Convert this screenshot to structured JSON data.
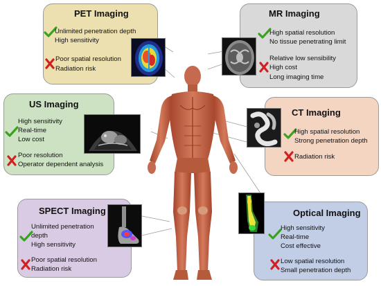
{
  "boxes": {
    "pet": {
      "title": "PET Imaging",
      "pros": [
        "Unlimited penetration depth",
        "High sensitivity"
      ],
      "cons": [
        "Poor spatial resolution",
        "Radiation risk"
      ],
      "color": "#ede0b0"
    },
    "mr": {
      "title": "MR Imaging",
      "pros": [
        "High spatial resolution",
        "No tissue penetrating limit"
      ],
      "cons": [
        "Relative low sensibility",
        "High cost",
        "Long imaging time"
      ],
      "color": "#d9d9d9"
    },
    "us": {
      "title": "US Imaging",
      "pros": [
        "High sensitivity",
        "Real-time",
        "Low cost"
      ],
      "cons": [
        "Poor resolution",
        "Operator dependent analysis"
      ],
      "color": "#cde2c2"
    },
    "ct": {
      "title": "CT Imaging",
      "pros": [
        "High spatial resolution",
        "Strong penetration depth"
      ],
      "cons": [
        "Radiation risk"
      ],
      "color": "#f4d5c2"
    },
    "spect": {
      "title": "SPECT Imaging",
      "pros": [
        "Unlimited penetration",
        "depth",
        "High sensitivity"
      ],
      "cons": [
        "Poor spatial resolution",
        "Radiation risk"
      ],
      "color": "#dacbe5"
    },
    "optical": {
      "title": "Optical Imaging",
      "pros": [
        "High sensitivity",
        "Real-time",
        "Cost effective"
      ],
      "cons": [
        "Low spatial resolution",
        "Small penetration depth"
      ],
      "color": "#c2cde6"
    }
  },
  "icons": {
    "pro": "check-mark-icon",
    "con": "cross-mark-icon",
    "pro_color": "#3aa31d",
    "con_color": "#d22020"
  }
}
